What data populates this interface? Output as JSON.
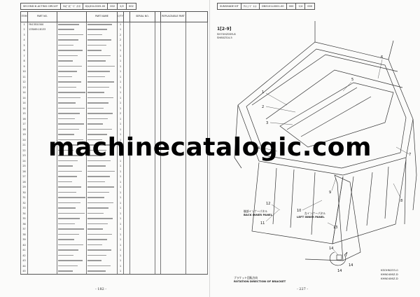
{
  "left": {
    "header": [
      "SECOND ⊕-ACTING CIRCUIT",
      "3ﾙﾋﾞｽﾋﾟｰﾄﾞ ｶｲﾛ",
      "DJLJ01L0005-00",
      "002",
      "2/2",
      "002"
    ],
    "columns": [
      "ITEM",
      "PART NO.",
      "PART NAME",
      "Q'TY",
      "SERIAL NO.",
      "REPLACEABLE PART"
    ],
    "rows": [
      {
        "item": "1",
        "pn": "YN13E01500",
        "q": "1"
      },
      {
        "item": "2",
        "pn": "133069-18133",
        "q": "1"
      },
      {
        "item": "3",
        "pn": "",
        "q": "2"
      },
      {
        "item": "4",
        "pn": "",
        "q": "2"
      },
      {
        "item": "5",
        "pn": "",
        "q": "1"
      },
      {
        "item": "6",
        "pn": "",
        "q": "1"
      },
      {
        "item": "7",
        "pn": "",
        "q": "1"
      },
      {
        "item": "8",
        "pn": "",
        "q": "1"
      },
      {
        "item": "9",
        "pn": "",
        "q": "1"
      },
      {
        "item": "10",
        "pn": "",
        "q": "1"
      },
      {
        "item": "11",
        "pn": "",
        "q": "1"
      },
      {
        "item": "12",
        "pn": "",
        "q": "1"
      },
      {
        "item": "13",
        "pn": "",
        "q": "1"
      },
      {
        "item": "14",
        "pn": "",
        "q": "1"
      },
      {
        "item": "14",
        "pn": "",
        "q": "1"
      },
      {
        "item": "14",
        "pn": "",
        "q": "1"
      },
      {
        "item": "14",
        "pn": "",
        "q": "1"
      },
      {
        "item": "15",
        "pn": "",
        "q": "2"
      },
      {
        "item": "16",
        "pn": "",
        "q": "1"
      },
      {
        "item": "17",
        "pn": "",
        "q": "1"
      },
      {
        "item": "18",
        "pn": "",
        "q": "1"
      },
      {
        "item": "19",
        "pn": "",
        "q": "1"
      },
      {
        "item": "20",
        "pn": "",
        "q": "1"
      },
      {
        "item": "21",
        "pn": "",
        "q": "1"
      },
      {
        "item": "22",
        "pn": "",
        "q": "1"
      },
      {
        "item": "23",
        "pn": "",
        "q": "1"
      },
      {
        "item": "24",
        "pn": "",
        "q": "1"
      },
      {
        "item": "25",
        "pn": "",
        "q": "1"
      },
      {
        "item": "26",
        "pn": "",
        "q": "1"
      },
      {
        "item": "27",
        "pn": "",
        "q": "1"
      },
      {
        "item": "28",
        "pn": "",
        "q": "1"
      },
      {
        "item": "29",
        "pn": "",
        "q": "1"
      },
      {
        "item": "30",
        "pn": "",
        "q": "1"
      },
      {
        "item": "31",
        "pn": "",
        "q": "1"
      },
      {
        "item": "32",
        "pn": "",
        "q": "1"
      },
      {
        "item": "33",
        "pn": "",
        "q": "1"
      },
      {
        "item": "34",
        "pn": "",
        "q": "1"
      },
      {
        "item": "35",
        "pn": "",
        "q": "1"
      },
      {
        "item": "36",
        "pn": "",
        "q": "1"
      },
      {
        "item": "37",
        "pn": "",
        "q": "1"
      },
      {
        "item": "38",
        "pn": "",
        "q": "1"
      },
      {
        "item": "39",
        "pn": "",
        "q": "1"
      },
      {
        "item": "40",
        "pn": "",
        "q": "1"
      },
      {
        "item": "41",
        "pn": "",
        "q": "1"
      },
      {
        "item": "42",
        "pn": "",
        "q": "1"
      },
      {
        "item": "43",
        "pn": "",
        "q": "1"
      },
      {
        "item": "44",
        "pn": "",
        "q": "1"
      },
      {
        "item": "45",
        "pn": "",
        "q": "1"
      }
    ],
    "page_number": "- 182 -"
  },
  "right": {
    "header": [
      "SUNSHADE KIT",
      "ｻﾝｼｪｰﾄﾞ ｷｯﾄ",
      "DN5101L0001-00",
      "000",
      "1/4",
      "000"
    ],
    "figure_ref": "1[2-9]",
    "figure_codes": [
      "SH70HZ05R-8",
      "SH80ZG4-5"
    ],
    "labels": {
      "back_inner_panel_ja": "後部インナーパネル",
      "back_inner_panel": "BACK INNER PANEL",
      "left_inner_panel_ja": "左インナーパネル",
      "left_inner_panel": "LEFT INNER PANEL",
      "rotation_ja": "ブラケット回転方向",
      "rotation": "ROTATION DIRECTION OF BRACKET"
    },
    "callouts": [
      "1",
      "2",
      "3",
      "4",
      "5",
      "6",
      "7",
      "8",
      "9",
      "10",
      "11",
      "12",
      "13",
      "14",
      "14",
      "14"
    ],
    "part_codes": [
      "KSOHN233-0",
      "KHN0406Z-D",
      "KHN0406Z-D"
    ],
    "page_number": "- 227 -"
  },
  "watermark": "machinecatalogic.com"
}
